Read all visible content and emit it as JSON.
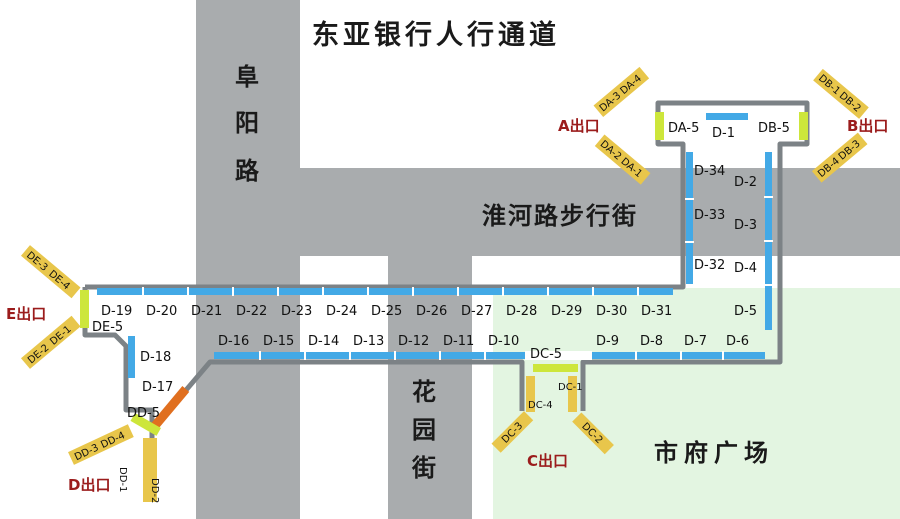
{
  "title": "东亚银行人行通道",
  "streets": {
    "fuyang": [
      "阜",
      "阳",
      "路"
    ],
    "huaihe": "淮河路步行街",
    "huayuan": [
      "花",
      "园",
      "街"
    ],
    "plaza": "市府广场"
  },
  "exits": {
    "a": "A出口",
    "b": "B出口",
    "c": "C出口",
    "d": "D出口",
    "e": "E出口"
  },
  "shops": {
    "top_row": [
      "D-19",
      "D-20",
      "D-21",
      "D-22",
      "D-23",
      "D-24",
      "D-25",
      "D-26",
      "D-27",
      "D-28",
      "D-29",
      "D-30",
      "D-31"
    ],
    "bottom_row": [
      "D-16",
      "D-15",
      "D-14",
      "D-13",
      "D-12",
      "D-11",
      "D-10",
      "D-9",
      "D-8",
      "D-7",
      "D-6"
    ],
    "vert_left": [
      "D-34",
      "D-33",
      "D-32"
    ],
    "vert_right": [
      "D-2",
      "D-3",
      "D-4",
      "D-5"
    ],
    "top": "D-1",
    "da": [
      "DA-3",
      "DA-4",
      "DA-5",
      "DA-2",
      "DA-1"
    ],
    "db": [
      "DB-1",
      "DB-2",
      "DB-5",
      "DB-4",
      "DB-3"
    ],
    "dc": [
      "DC-5",
      "DC-1",
      "DC-4",
      "DC-3",
      "DC-2"
    ],
    "dd": [
      "DD-5",
      "DD-3",
      "DD-4",
      "DD-1",
      "DD-2"
    ],
    "de": [
      "DE-3",
      "DE-4",
      "DE-5",
      "DE-2",
      "DE-1"
    ],
    "d17": "D-17",
    "d18": "D-18"
  },
  "colors": {
    "street": "#a9acae",
    "plaza": "#e3f5e1",
    "corridor": "#7c8286",
    "shop": "#43a9e6",
    "exit_stall": "#e8c64b",
    "accent_green": "#cde63b",
    "accent_orange": "#e06f1f",
    "exit_text": "#9b1c1c"
  }
}
